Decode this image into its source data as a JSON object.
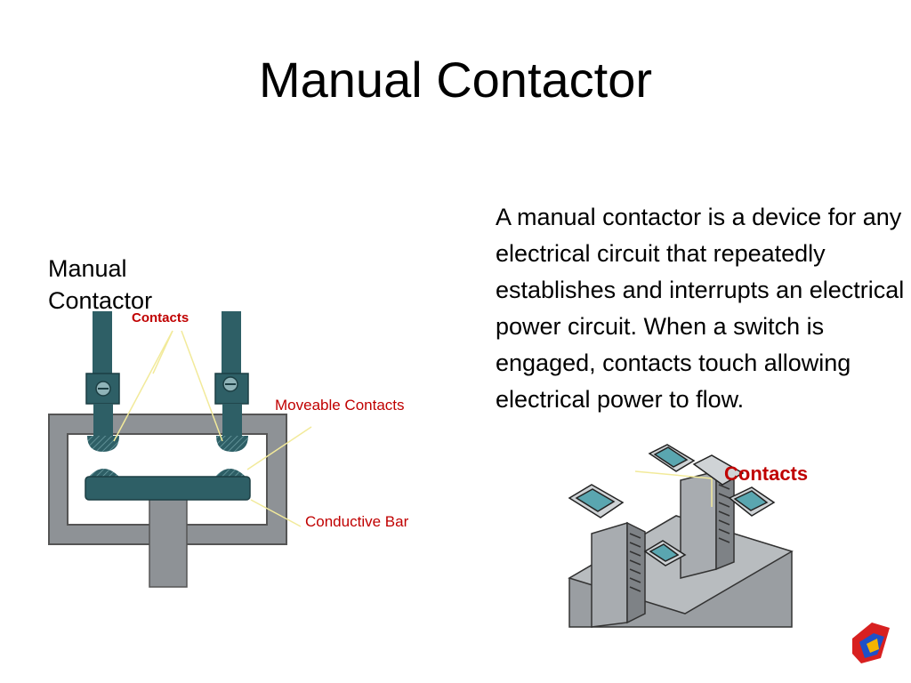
{
  "slide": {
    "title": "Manual Contactor",
    "side_label_line1": "Manual",
    "side_label_line2": "Contactor",
    "description": "A manual contactor is a device for any electrical circuit that repeatedly establishes and interrupts an electrical power circuit.   When a switch is engaged, contacts touch allowing electrical power to flow."
  },
  "diagram": {
    "label_contacts": "Contacts",
    "label_moveable": "Moveable Contacts",
    "label_bar": "Conductive Bar"
  },
  "photo": {
    "label_contacts": "Contacts"
  },
  "colors": {
    "housing": "#8e9296",
    "contact_teal": "#2e5f66",
    "label_red": "#c00000",
    "leader": "#f2ea9a"
  }
}
